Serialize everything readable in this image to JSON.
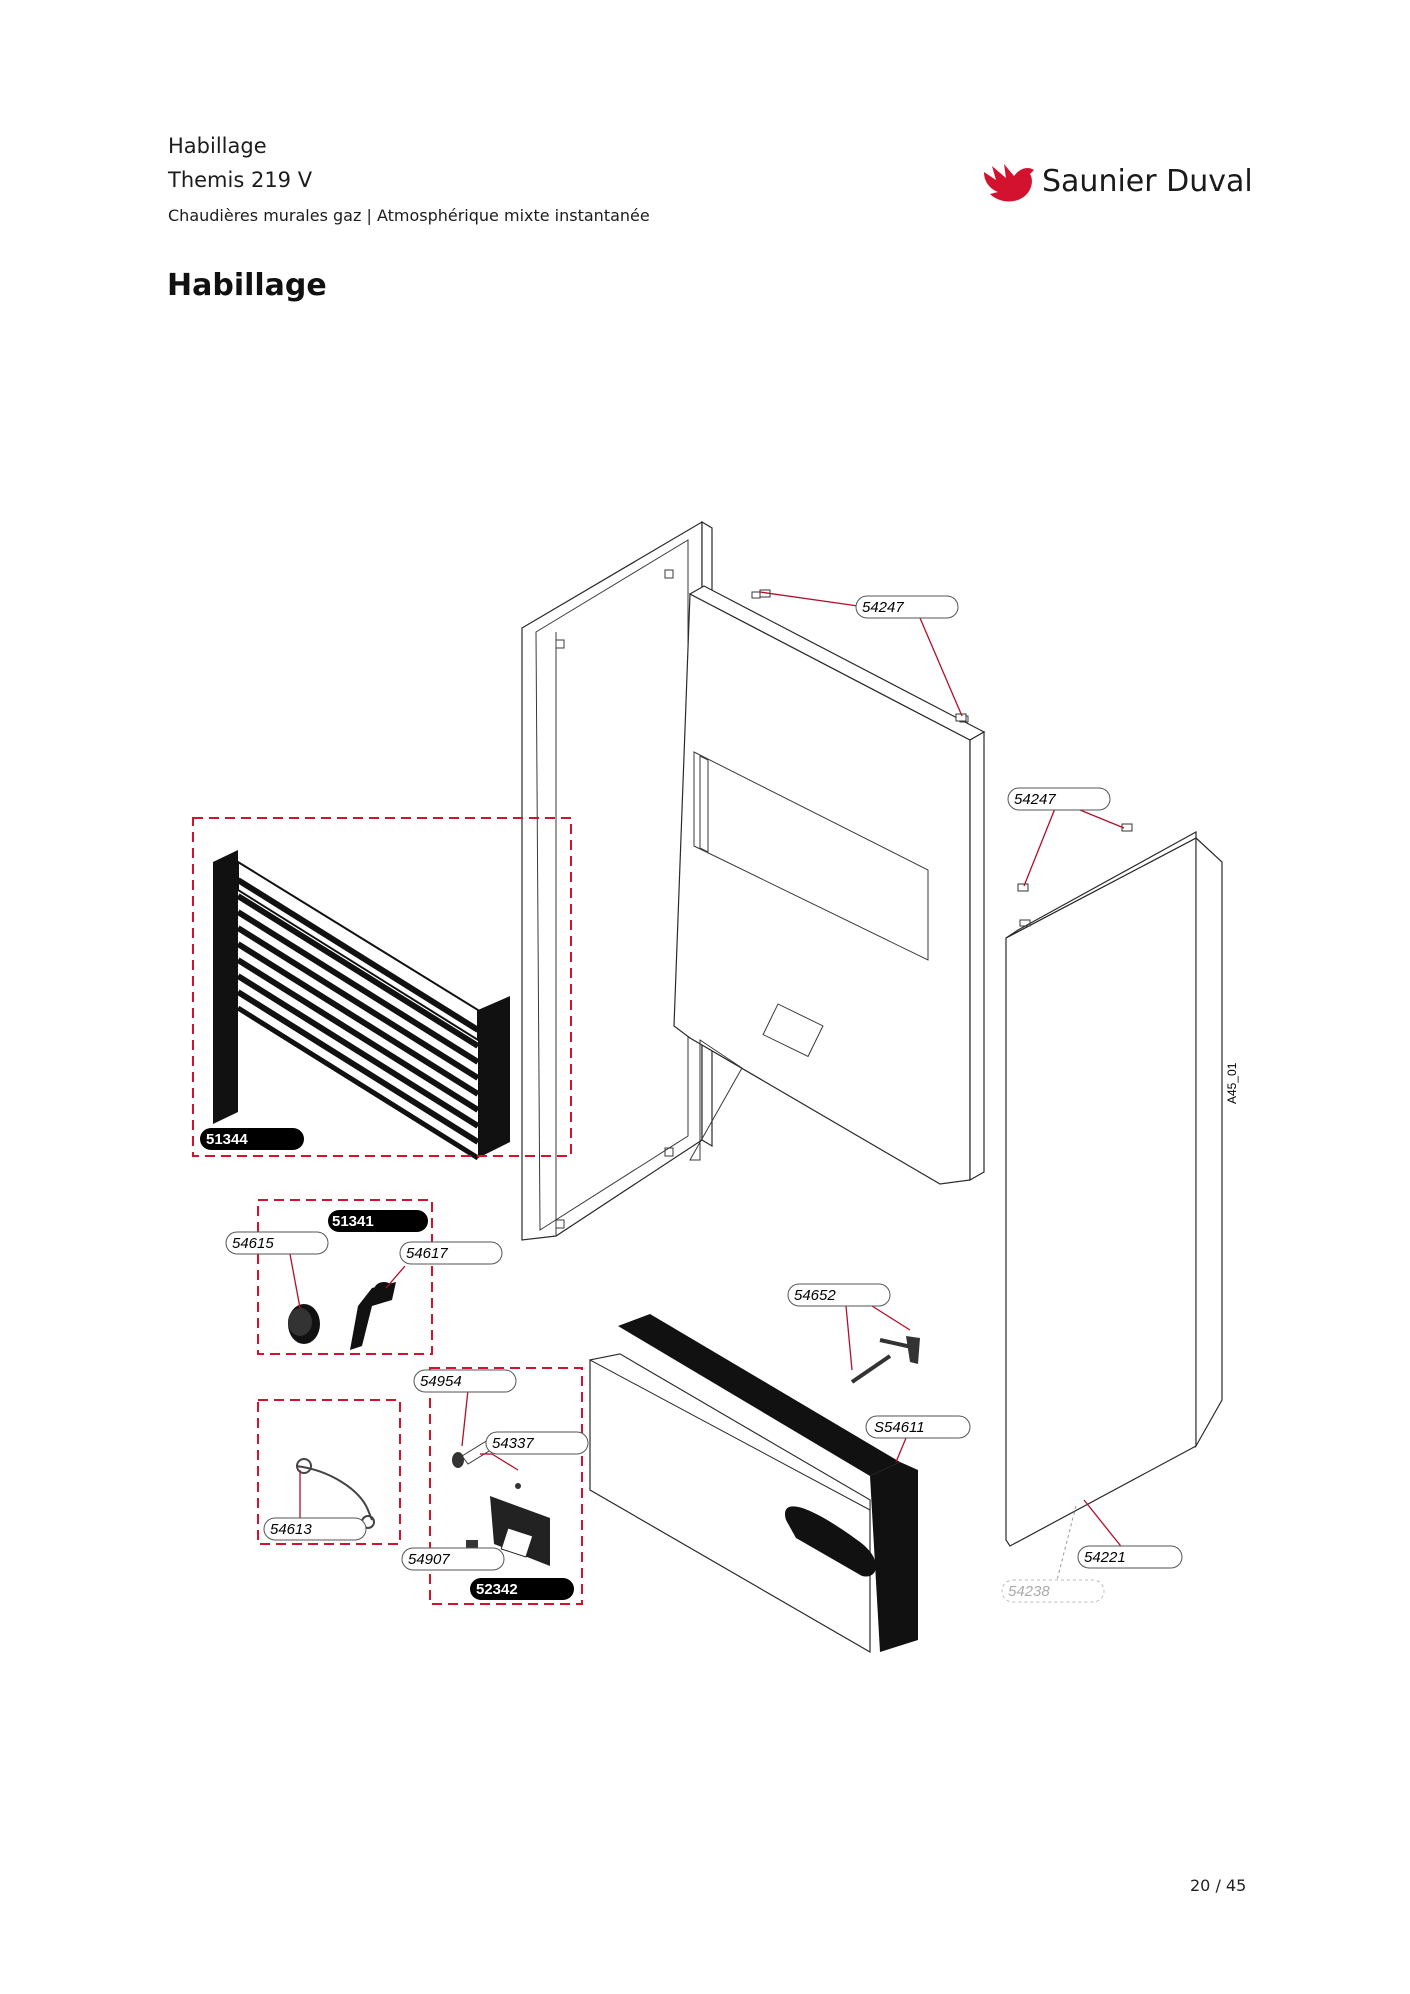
{
  "header": {
    "section": "Habillage",
    "model": "Themis 219 V",
    "category": "Chaudières murales gaz | Atmosphérique mixte instantanée"
  },
  "brand": {
    "name": "Saunier Duval",
    "logo_color": "#d2122e"
  },
  "page_title": "Habillage",
  "figure": {
    "code": "A45_01",
    "parts": [
      "54247",
      "54247",
      "51344",
      "51341",
      "54615",
      "54617",
      "54652",
      "54954",
      "54337",
      "S54611",
      "54613",
      "54907",
      "52342",
      "54221",
      "54238"
    ],
    "highlight_color": "#d2122e"
  },
  "page_number": "20 / 45"
}
